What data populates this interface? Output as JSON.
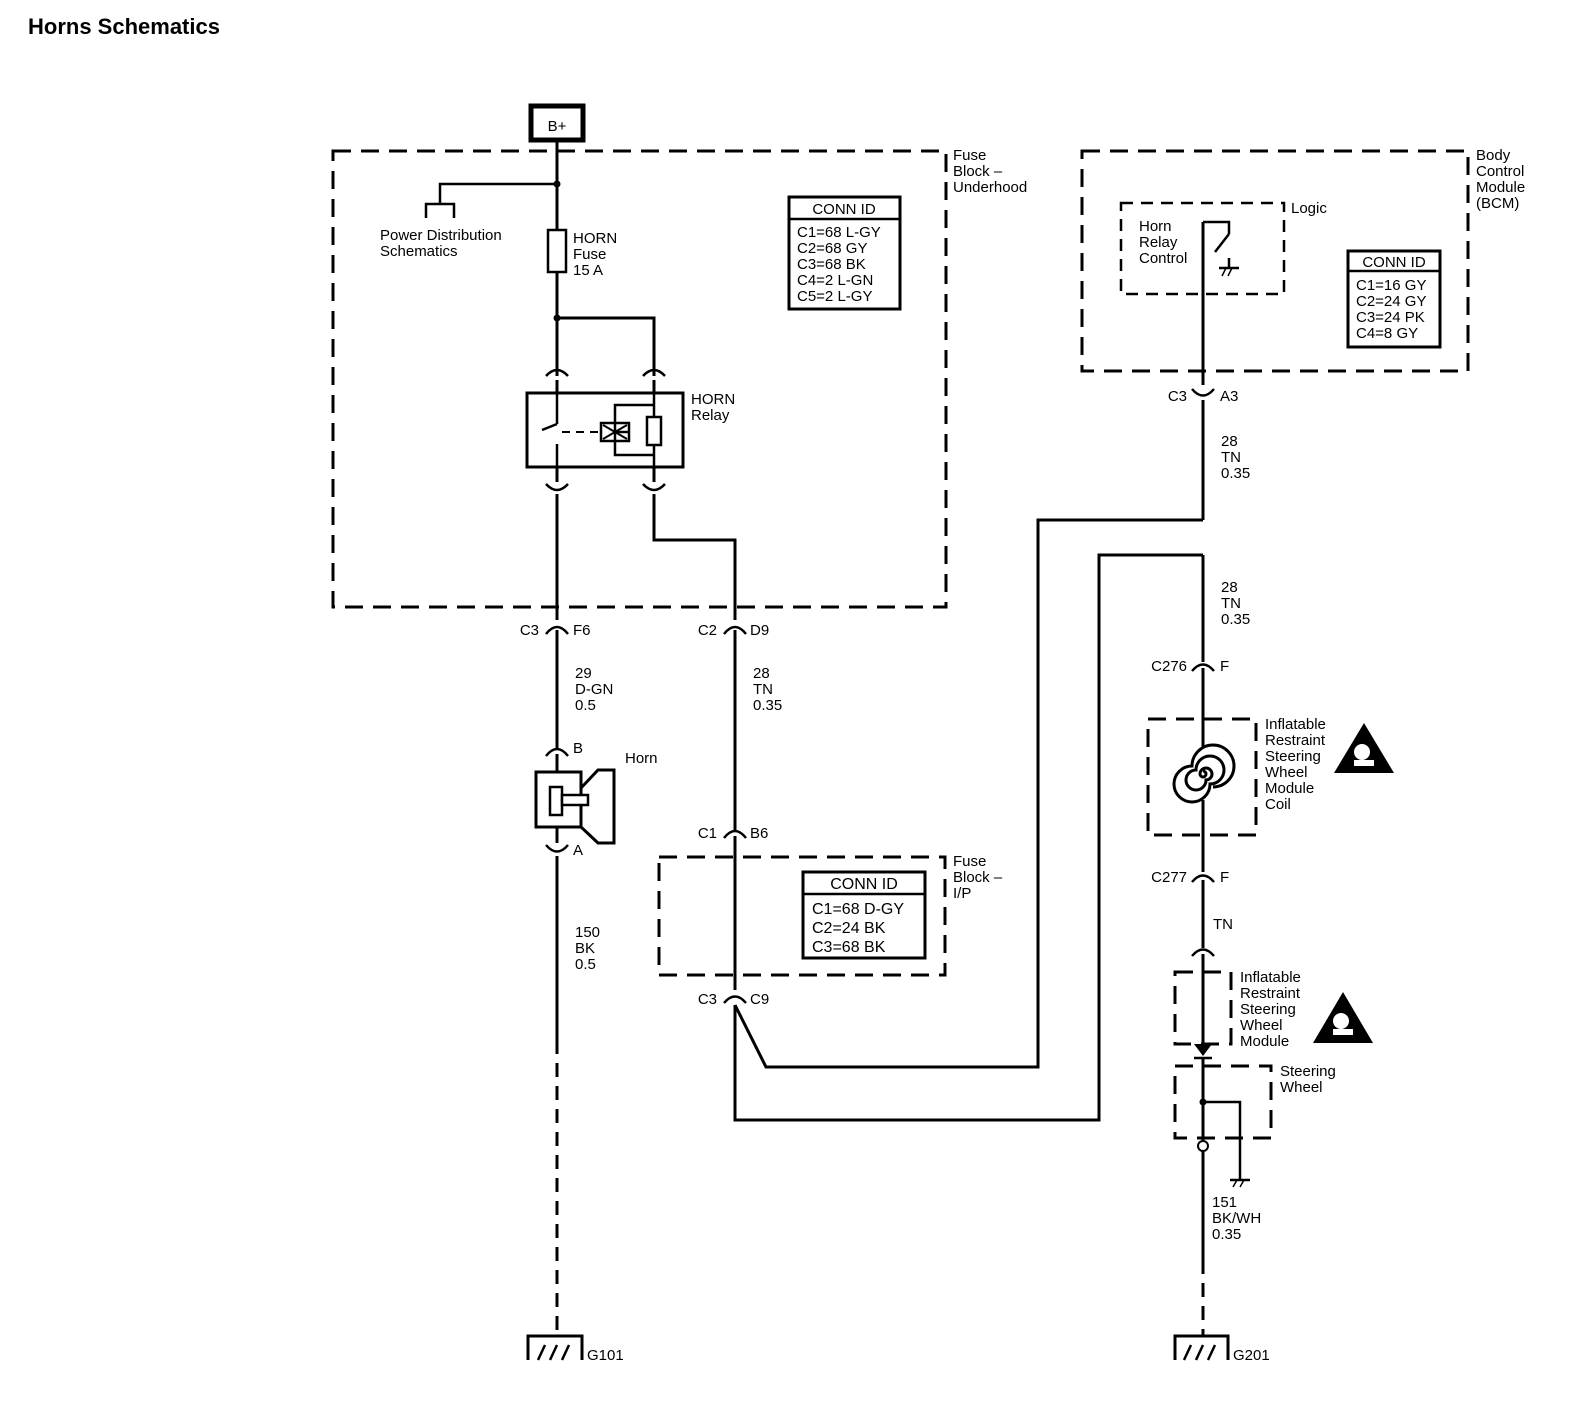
{
  "title": "Horns Schematics",
  "power": {
    "label": "B+"
  },
  "fuse_block_underhood": {
    "name": "Fuse Block – Underhood",
    "power_distribution": "Power Distribution Schematics",
    "fuse": "HORN Fuse 15 A",
    "relay": "HORN Relay",
    "conn_title": "CONN ID",
    "conn_ids": [
      "C1=68 L-GY",
      "C2=68 GY",
      "C3=68 BK",
      "C4=2 L-GN",
      "C5=2 L-GY"
    ]
  },
  "bcm": {
    "name": "Body Control Module (BCM)",
    "logic": "Logic",
    "control": "Horn Relay Control",
    "conn_title": "CONN ID",
    "conn_ids": [
      "C1=16 GY",
      "C2=24 GY",
      "C3=24 PK",
      "C4=8 GY"
    ]
  },
  "fuse_block_ip": {
    "name": "Fuse Block – I/P",
    "conn_title": "CONN ID",
    "conn_ids": [
      "C1=68 D-GY",
      "C2=24 BK",
      "C3=68 BK"
    ]
  },
  "connectors": {
    "c3_f6": [
      "C3",
      "F6"
    ],
    "c2_d9": [
      "C2",
      "D9"
    ],
    "c3_a3": [
      "C3",
      "A3"
    ],
    "c1_b6": [
      "C1",
      "B6"
    ],
    "c3_c9": [
      "C3",
      "C9"
    ],
    "c276": [
      "C276",
      "F"
    ],
    "c277": [
      "C277",
      "F"
    ],
    "horn_b": "B",
    "horn_a": "A"
  },
  "wires": {
    "w29": [
      "29",
      "D-GN",
      "0.5"
    ],
    "w28a": [
      "28",
      "TN",
      "0.35"
    ],
    "w28b": [
      "28",
      "TN",
      "0.35"
    ],
    "w28c": [
      "28",
      "TN",
      "0.35"
    ],
    "w150": [
      "150",
      "BK",
      "0.5"
    ],
    "w151": [
      "151",
      "BK/WH",
      "0.35"
    ],
    "tn": "TN"
  },
  "components": {
    "horn": "Horn",
    "coil": "Inflatable Restraint Steering Wheel Module Coil",
    "module": "Inflatable Restraint Steering Wheel Module",
    "steering_wheel": "Steering Wheel"
  },
  "grounds": {
    "g101": "G101",
    "g201": "G201"
  }
}
